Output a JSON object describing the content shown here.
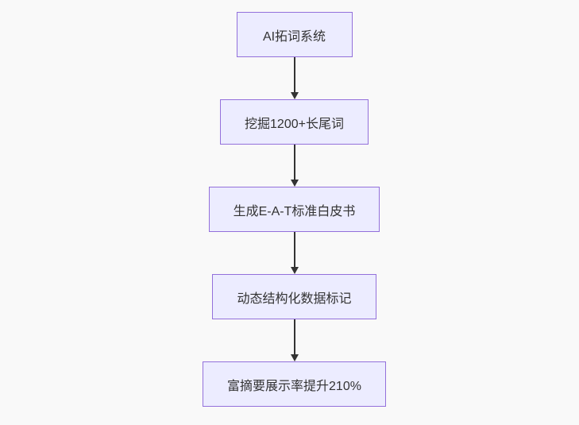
{
  "flowchart": {
    "direction": "top-down",
    "nodes": [
      {
        "label": "AI拓词系统"
      },
      {
        "label": "挖掘1200+长尾词"
      },
      {
        "label": "生成E-A-T标准白皮书"
      },
      {
        "label": "动态结构化数据标记"
      },
      {
        "label": "富摘要展示率提升210%"
      }
    ],
    "edges": [
      {
        "from": 0,
        "to": 1,
        "style": "arrow-down"
      },
      {
        "from": 1,
        "to": 2,
        "style": "arrow-down"
      },
      {
        "from": 2,
        "to": 3,
        "style": "arrow-down"
      },
      {
        "from": 3,
        "to": 4,
        "style": "arrow-down"
      }
    ],
    "colors": {
      "background": "#f9f9f9",
      "node_fill": "#ECECFF",
      "node_border": "#9370DB",
      "arrow": "#333333",
      "text": "#333333"
    }
  }
}
